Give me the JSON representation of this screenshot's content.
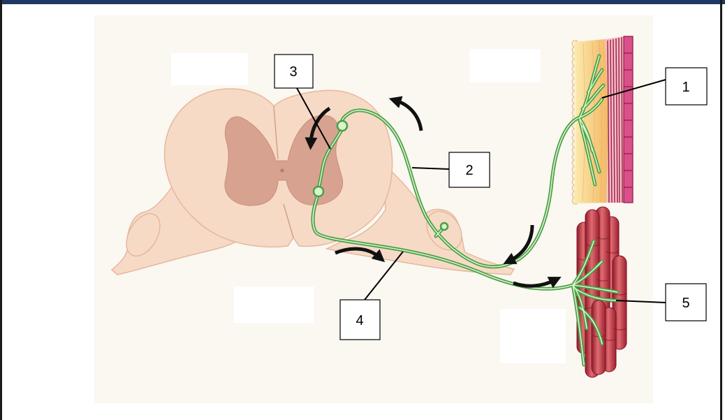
{
  "diagram": {
    "callouts": [
      {
        "number": "1"
      },
      {
        "number": "2"
      },
      {
        "number": "3"
      },
      {
        "number": "4"
      },
      {
        "number": "5"
      }
    ]
  },
  "colors": {
    "frame_top": "#1f3864",
    "nerve_fiber": "#4a9e46",
    "spinal_cord_white_matter": "#f6dac6",
    "spinal_cord_gray_matter": "#d8a290",
    "skin_fat_layer": "#f3bb66",
    "skin_dermis": "#d9508a",
    "muscle": "#b0283a",
    "arrow": "#111111"
  }
}
